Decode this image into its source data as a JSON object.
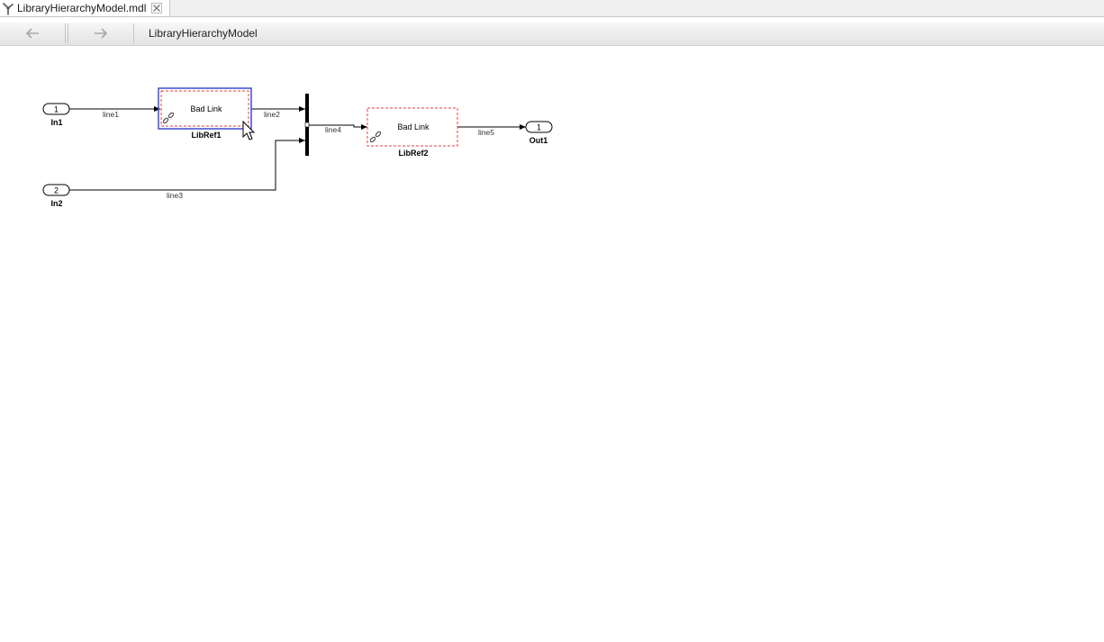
{
  "tab": {
    "title": "LibraryHierarchyModel.mdl",
    "icon": "simulink-model-icon",
    "close_icon": "close-icon"
  },
  "nav": {
    "back_icon": "arrow-left-icon",
    "forward_icon": "arrow-right-icon"
  },
  "breadcrumb": {
    "model": "LibraryHierarchyModel"
  },
  "diagram": {
    "in1": {
      "number": "1",
      "name": "In1"
    },
    "in2": {
      "number": "2",
      "name": "In2"
    },
    "out1": {
      "number": "1",
      "name": "Out1"
    },
    "libref1": {
      "text": "Bad Link",
      "name": "LibRef1",
      "icon": "library-link-icon"
    },
    "libref2": {
      "text": "Bad Link",
      "name": "LibRef2",
      "icon": "library-link-icon"
    },
    "signals": {
      "line1": "line1",
      "line2": "line2",
      "line3": "line3",
      "line4": "line4",
      "line5": "line5"
    },
    "colors": {
      "selection": "#3b4bd1",
      "bad_link": "#e04040",
      "line": "#000000"
    }
  }
}
